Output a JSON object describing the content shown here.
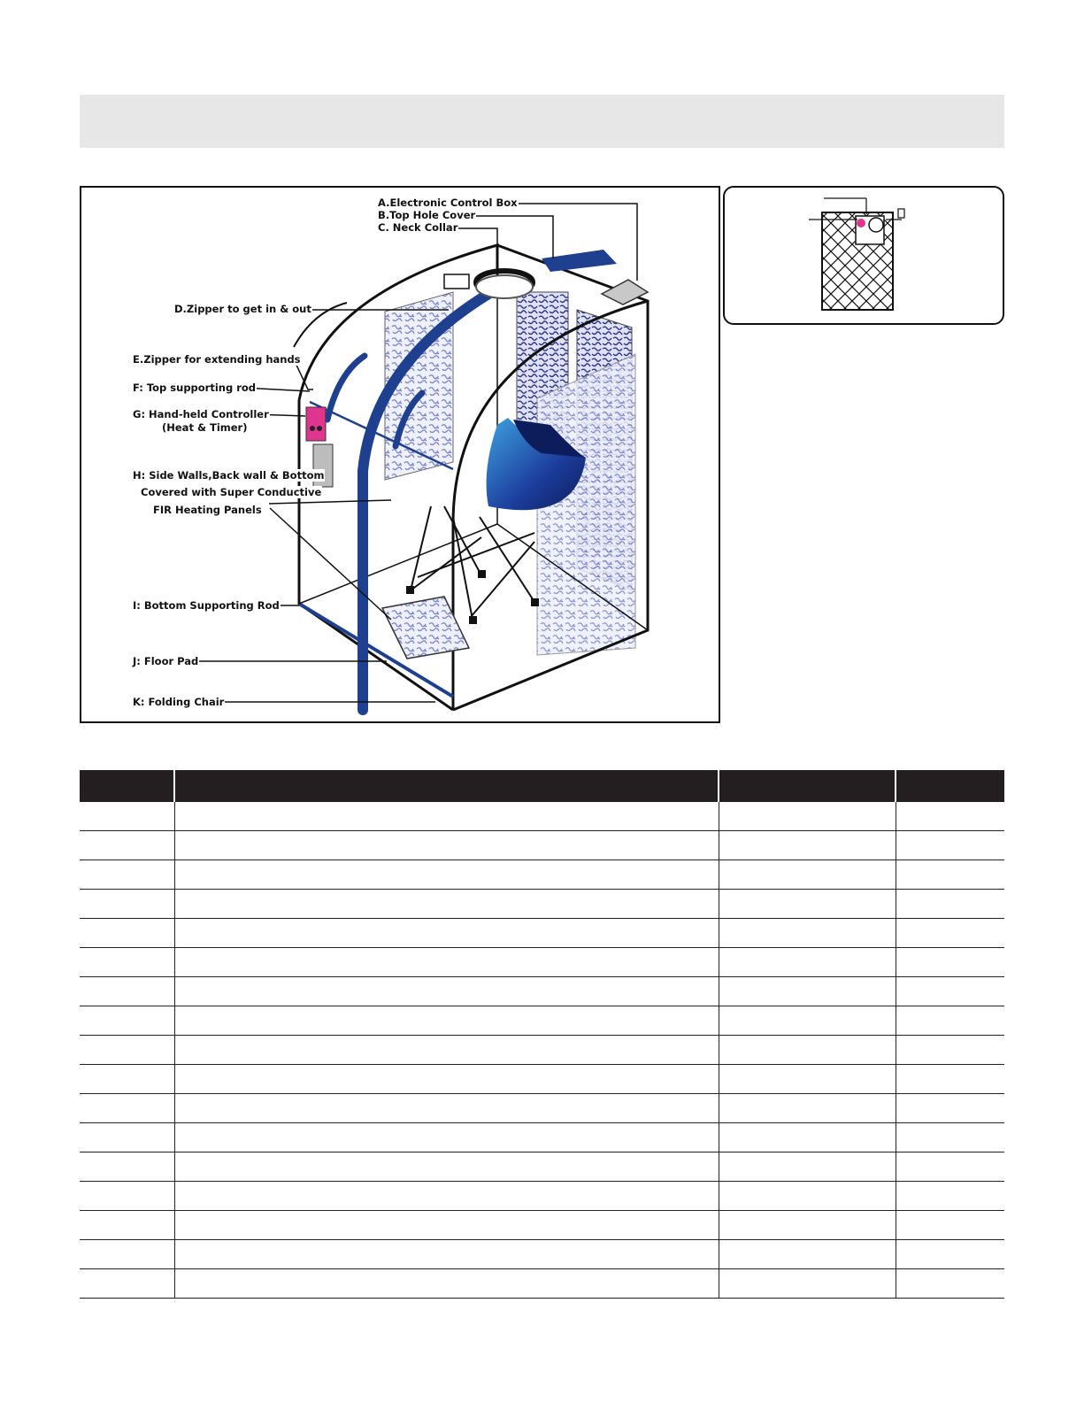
{
  "diagram": {
    "labels": {
      "a": "A.Electronic Control Box",
      "b": "B.Top Hole Cover",
      "c": "C. Neck Collar",
      "d": "D.Zipper to get in & out",
      "e": "E.Zipper for extending hands",
      "f": "F: Top supporting rod",
      "g1": "G: Hand-held Controller",
      "g2": "(Heat & Timer)",
      "h1": "H: Side Walls,Back wall & Bottom",
      "h2": "Covered with Super Conductive",
      "h3": "FIR Heating Panels",
      "i": "I: Bottom Supporting Rod",
      "j": "J: Floor Pad",
      "k": "K: Folding Chair"
    },
    "colors": {
      "tent_blue": "#1f3f8f",
      "panel_pattern": "#8a93d0",
      "controller_pink": "#e0358f",
      "outline": "#111111"
    }
  },
  "table": {
    "header": [
      "",
      "",
      "",
      ""
    ],
    "rows": [
      [
        "",
        "",
        "",
        ""
      ],
      [
        "",
        "",
        "",
        ""
      ],
      [
        "",
        "",
        "",
        ""
      ],
      [
        "",
        "",
        "",
        ""
      ],
      [
        "",
        "",
        "",
        ""
      ],
      [
        "",
        "",
        "",
        ""
      ],
      [
        "",
        "",
        "",
        ""
      ],
      [
        "",
        "",
        "",
        ""
      ],
      [
        "",
        "",
        "",
        ""
      ],
      [
        "",
        "",
        "",
        ""
      ],
      [
        "",
        "",
        "",
        ""
      ],
      [
        "",
        "",
        "",
        ""
      ],
      [
        "",
        "",
        "",
        ""
      ],
      [
        "",
        "",
        "",
        ""
      ],
      [
        "",
        "",
        "",
        ""
      ],
      [
        "",
        "",
        "",
        ""
      ],
      [
        "",
        "",
        "",
        ""
      ]
    ]
  }
}
